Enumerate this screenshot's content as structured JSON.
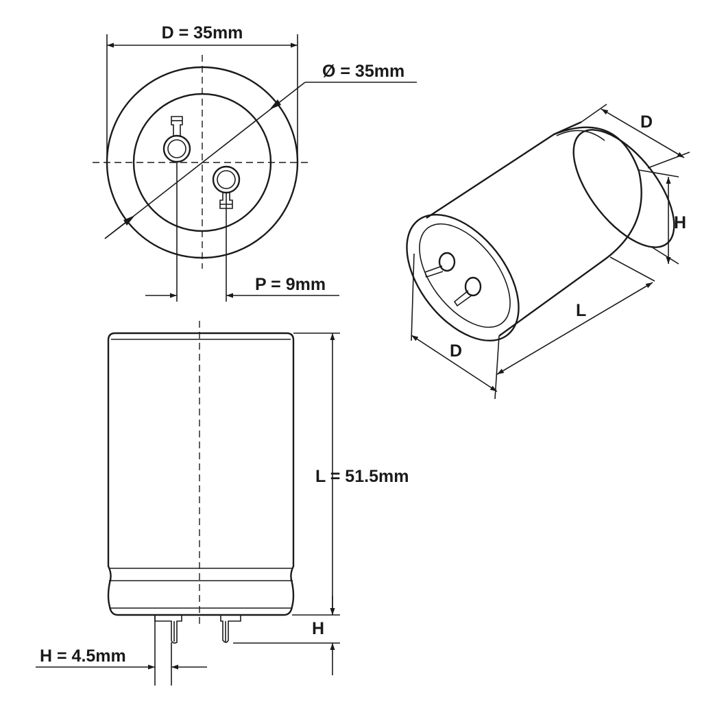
{
  "labels": {
    "top_width": "D = 35mm",
    "diameter": "Ø = 35mm",
    "pitch": "P = 9mm",
    "length": "L = 51.5mm",
    "pin_height_side": "H",
    "pin_height": "H = 4.5mm",
    "iso_diameter_top": "D",
    "iso_height": "H",
    "iso_length": "L",
    "iso_diameter_bottom": "D"
  },
  "colors": {
    "line": "#1a1a1a",
    "background": "#ffffff"
  }
}
